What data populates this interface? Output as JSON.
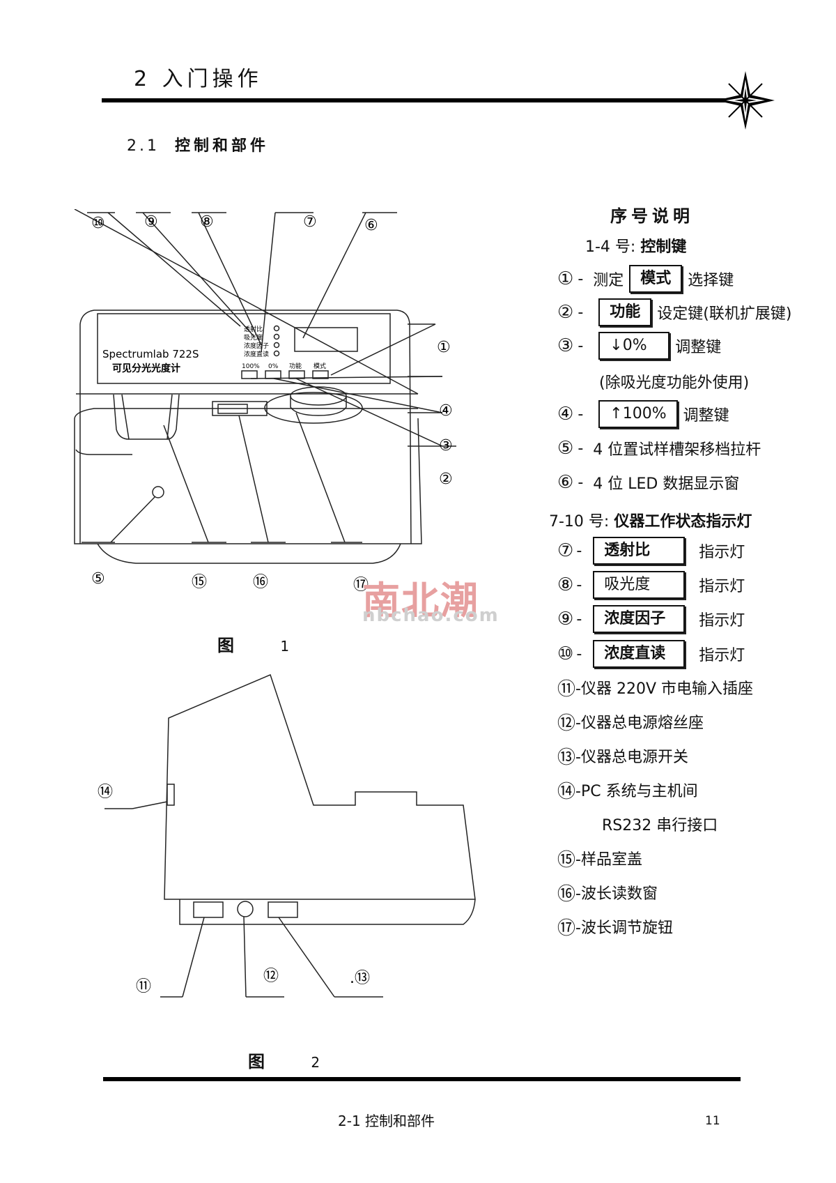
{
  "header": {
    "chapter_title": "2 入门操作",
    "section_number": "2.1",
    "section_title": "控制和部件"
  },
  "figure1": {
    "brand_line1": "Spectrumlab 722S",
    "brand_line2": "可见分光光度计",
    "indicator_labels": [
      "透射比",
      "吸光度",
      "浓度因子",
      "浓度直读"
    ],
    "button_labels": [
      "100%",
      "0%",
      "功能",
      "模式"
    ],
    "callouts": [
      "①",
      "②",
      "③",
      "④",
      "⑤",
      "⑥",
      "⑦",
      "⑧",
      "⑨",
      "⑩",
      "⑮",
      "⑯",
      "⑰"
    ],
    "caption_label": "图",
    "caption_number": "1"
  },
  "figure2": {
    "callouts": [
      "⑪",
      "⑫",
      ".⑬",
      "⑭"
    ],
    "caption_label": "图",
    "caption_number": "2"
  },
  "legend": {
    "title": "序号说明",
    "group1_prefix": "1-4 号:",
    "group1_title": "控制键",
    "group2_prefix": "7-10 号:",
    "group2_title": "仪器工作状态指示灯",
    "items": [
      {
        "num": "①",
        "sep": "-",
        "pre": "测定",
        "key": "模式",
        "post": "选择键"
      },
      {
        "num": "②",
        "sep": "-",
        "pre": "",
        "key": "功能",
        "post": "设定键(联机扩展键)"
      },
      {
        "num": "③",
        "sep": "-",
        "pre": "",
        "key": "↓0%",
        "post": "调整键"
      },
      {
        "note": "(除吸光度功能外使用)"
      },
      {
        "num": "④",
        "sep": "-",
        "pre": "",
        "key": "↑100%",
        "post": "调整键"
      },
      {
        "num": "⑤",
        "sep": "-",
        "text": "4 位置试样槽架移档拉杆"
      },
      {
        "num": "⑥",
        "sep": "-",
        "text": "4 位 LED 数据显示窗"
      },
      {
        "num": "⑦",
        "sep": "-",
        "key": "透射比",
        "post": "指示灯"
      },
      {
        "num": "⑧",
        "sep": "-",
        "key": "吸光度",
        "post": "指示灯"
      },
      {
        "num": "⑨",
        "sep": "-",
        "key": "浓度因子",
        "post": "指示灯"
      },
      {
        "num": "⑩",
        "sep": "-",
        "key": "浓度直读",
        "post": "指示灯"
      },
      {
        "num": "⑪",
        "text": "-仪器 220V 市电输入插座"
      },
      {
        "num": "⑫",
        "text": "-仪器总电源熔丝座"
      },
      {
        "num": "⑬",
        "text": "-仪器总电源开关"
      },
      {
        "num": "⑭",
        "text": "-PC 系统与主机间"
      },
      {
        "note": "RS232 串行接口"
      },
      {
        "num": "⑮",
        "text": "-样品室盖"
      },
      {
        "num": "⑯",
        "text": "-波长读数窗"
      },
      {
        "num": "⑰",
        "text": "-波长调节旋钮"
      }
    ]
  },
  "watermark": {
    "cn": "南北潮",
    "en": "nbchao.com"
  },
  "footer": {
    "center": "2-1 控制和部件",
    "page": "11"
  }
}
